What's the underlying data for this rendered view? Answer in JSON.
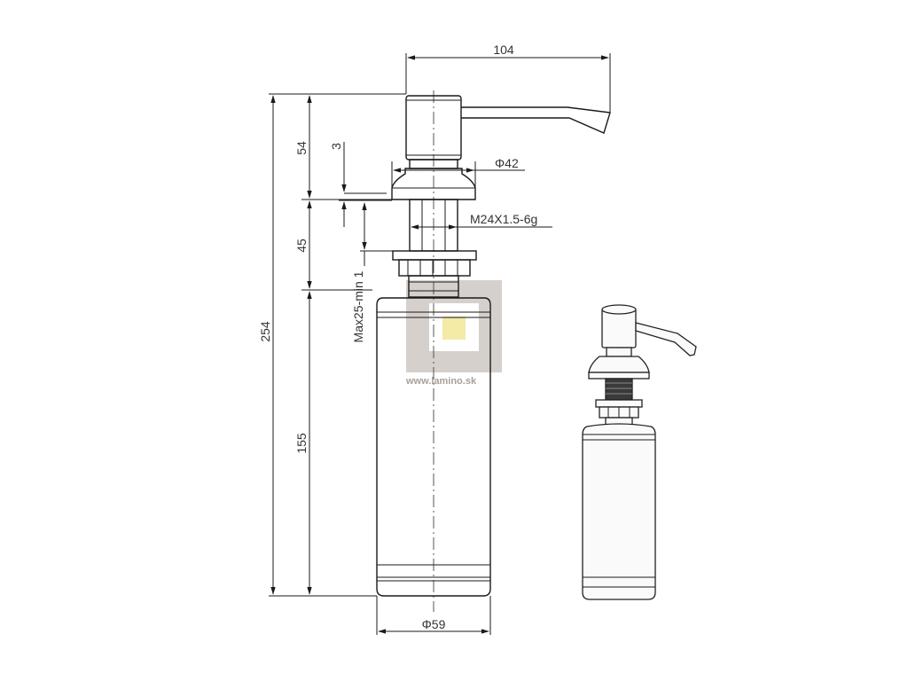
{
  "dimensions": {
    "total_height": "254",
    "head_height": "54",
    "flange_thickness": "3",
    "counter_thickness": "45",
    "counter_range": "Max25-min 1",
    "bottle_height": "155",
    "spout_length": "104",
    "flange_diameter": "Φ42",
    "thread": "M24X1.5-6g",
    "bottle_diameter": "Φ59"
  },
  "watermark": {
    "url": "www.lamino.sk",
    "colors": {
      "frame": "#d6d0cc",
      "square": "#f3eba6"
    }
  }
}
